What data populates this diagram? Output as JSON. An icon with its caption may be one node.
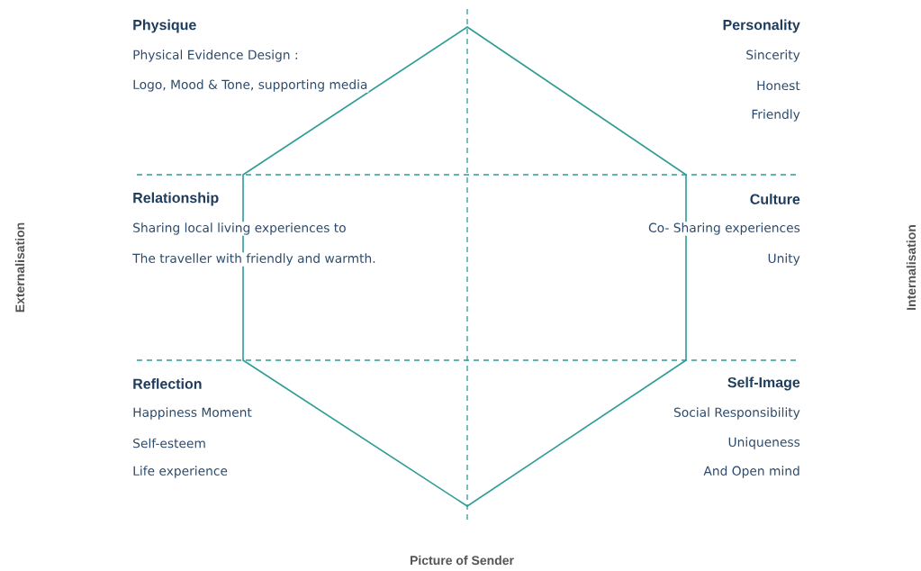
{
  "diagram": {
    "labels": [
      "Physique",
      "Physical Evidence Design :",
      "Logo, Mood & Tone, supporting  media",
      "Personality",
      "Sincerity",
      "Honest",
      "Friendly",
      "Externalisation",
      "Relationship",
      "Sharing local living experiences to",
      "The traveller with friendly and warmth.",
      "Culture",
      "Co- Sharing experiences",
      "Unity",
      "Internalisation",
      "Reflection",
      "Happiness Moment",
      "Self-esteem",
      "Life experience",
      "Self-Image",
      "Social Responsibility",
      "Uniqueness",
      "And Open mind",
      "Picture of Sender"
    ]
  }
}
